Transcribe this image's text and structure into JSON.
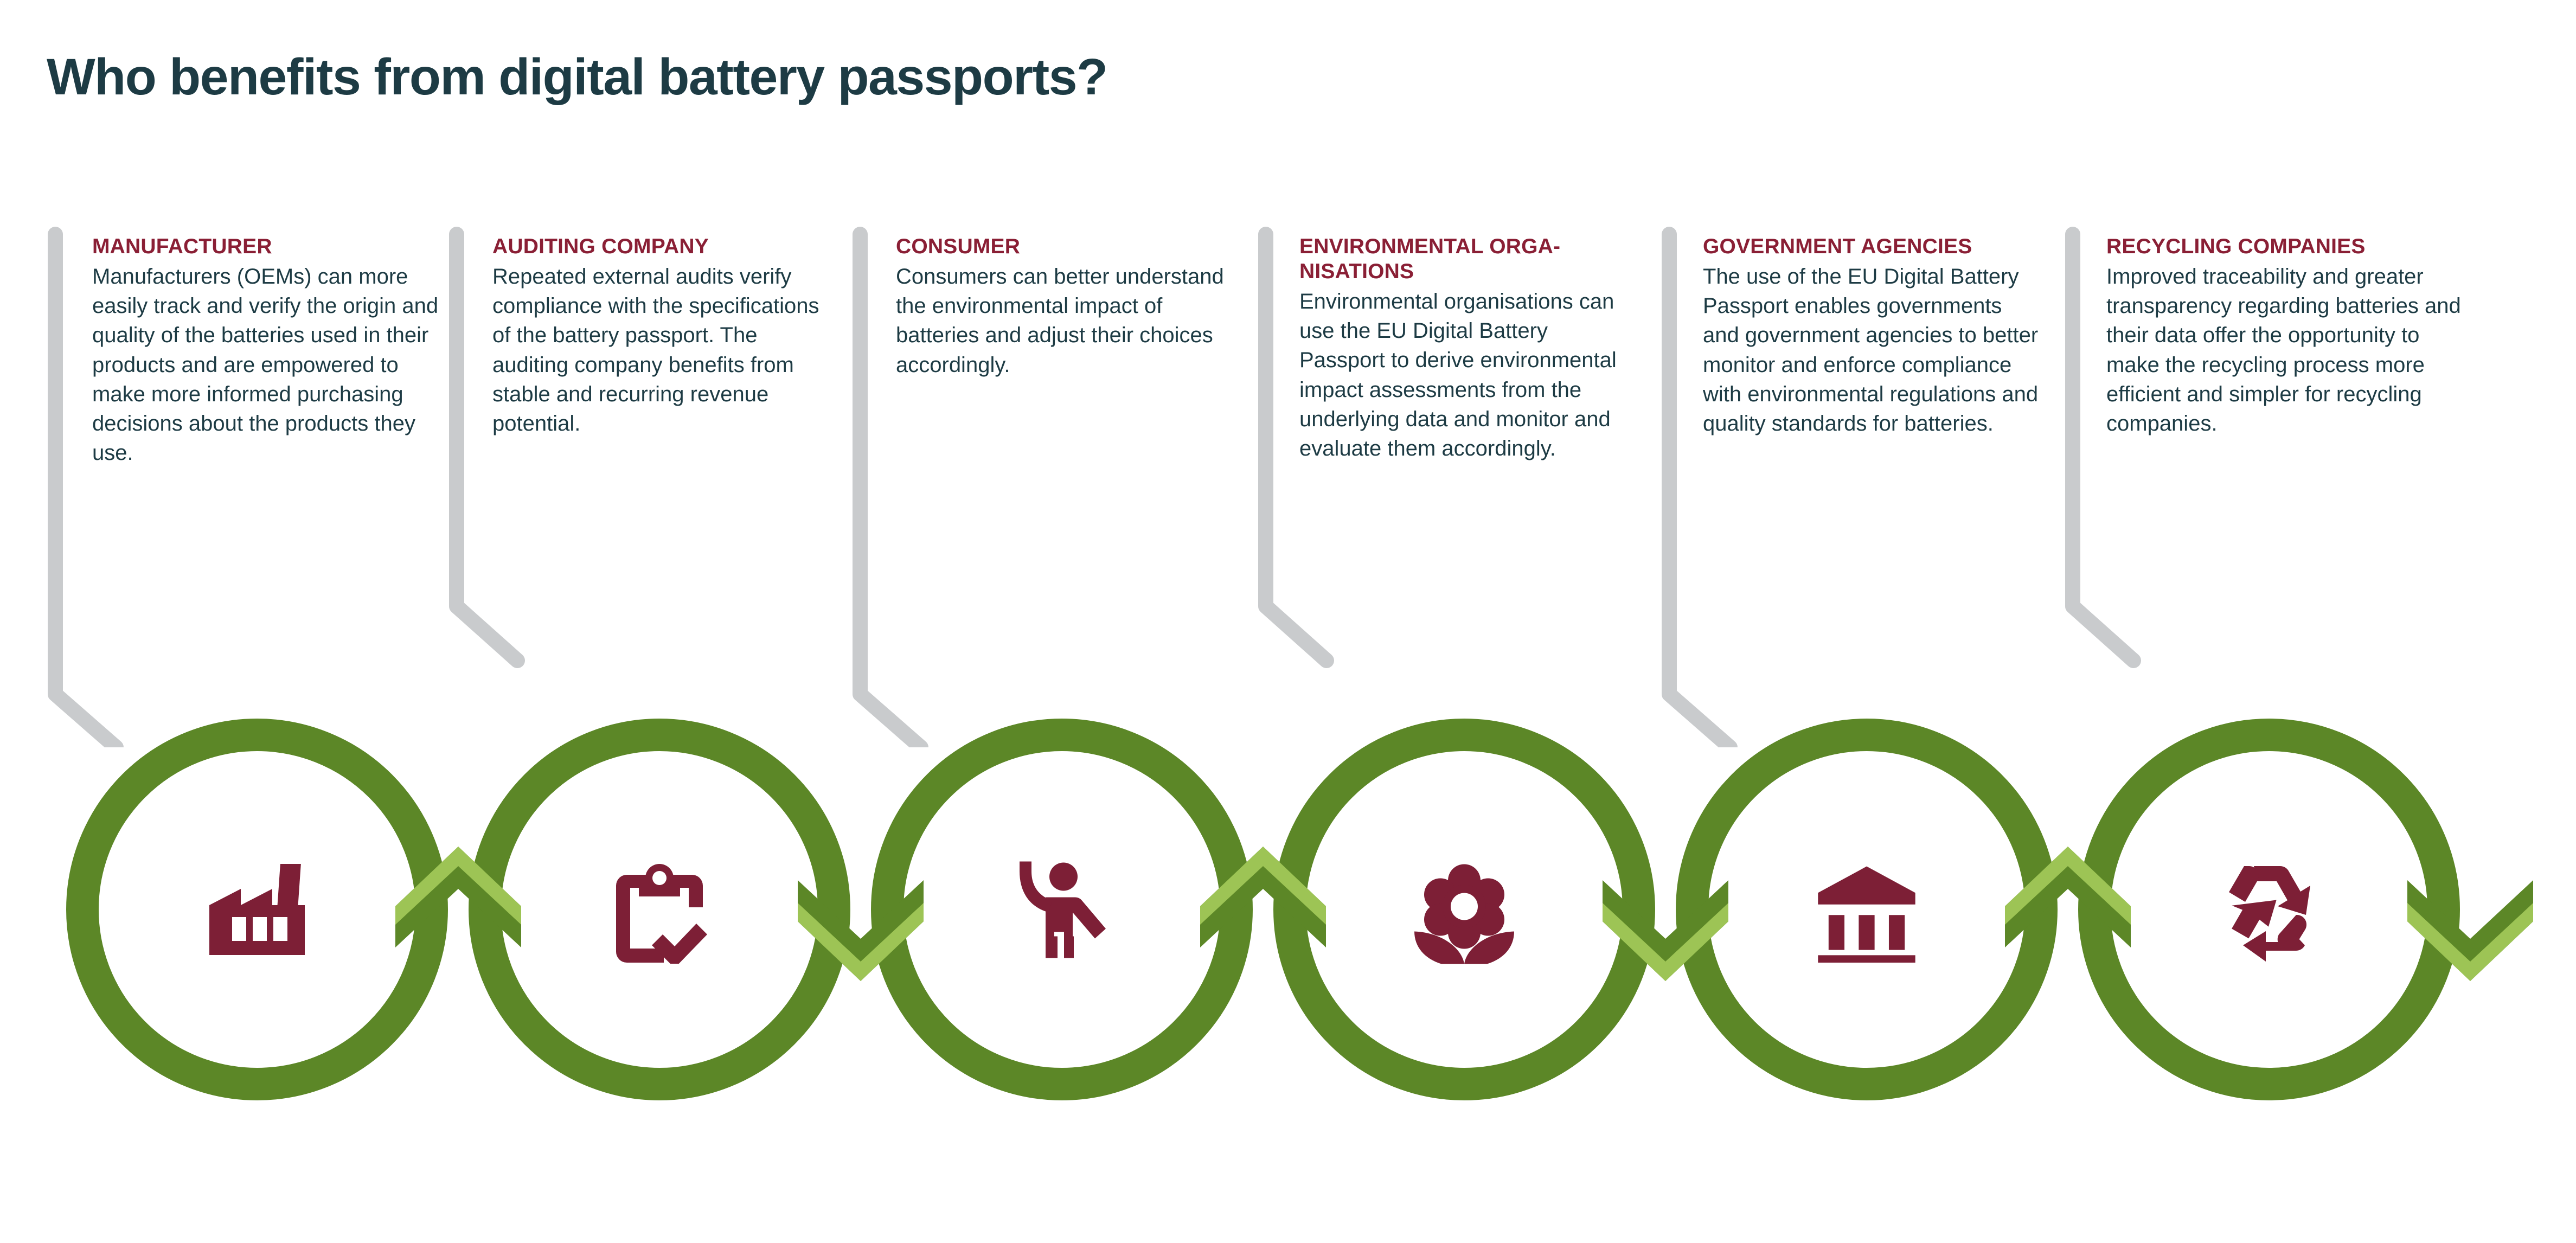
{
  "page": {
    "title": "Who benefits from digital battery passports?",
    "background": "#ffffff"
  },
  "colors": {
    "title": "#1d3b44",
    "heading": "#8a1f35",
    "body": "#1d3b44",
    "ring": "#5c8727",
    "chevron_highlight": "#9dc455",
    "icon": "#7d1f36",
    "connector": "#c9cbcd"
  },
  "columns": [
    {
      "heading": "MANUFACTURER",
      "body": "Manufacturers (OEMs) can more easily track and verify the origin and quality of the batteries used in their products and are empowered to make more informed purchasing decisions about the products they use.",
      "icon": "factory-icon"
    },
    {
      "heading": "AUDITING COMPANY",
      "body": "Repeated external audits verify compliance with the specifications of the battery passport. The auditing company benefits from stable and recurring revenue potential.",
      "icon": "clipboard-check-icon"
    },
    {
      "heading": "CONSUMER",
      "body": "Consumers can better understand the environmental impact of batteries and adjust their choices accordingly.",
      "icon": "person-raised-hand-icon"
    },
    {
      "heading": "ENVIRONMENTAL ORGA-NISATIONS",
      "body": "Environmental organisations can use the EU Digital Battery Passport to derive environmental impact assessments from the underlying data and monitor and evaluate them accordingly.",
      "icon": "flower-icon"
    },
    {
      "heading": "GOVERNMENT AGENCIES",
      "body": "The use of the EU Digital Battery Passport enables governments and government agencies to better monitor and enforce compliance with environmental regulations and quality standards for batteries.",
      "icon": "government-building-icon"
    },
    {
      "heading": "RECYCLING COMPANIES",
      "body": "Improved traceability and greater transparency regarding batteries and their data offer the opportunity to make the recycling process more efficient and simpler for recycling companies.",
      "icon": "recycling-icon"
    }
  ]
}
